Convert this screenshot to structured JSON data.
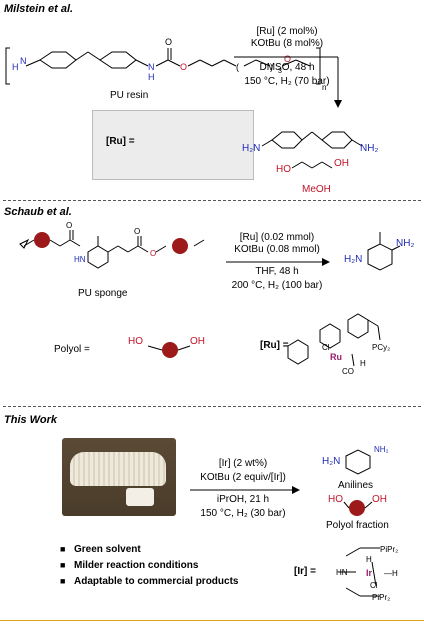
{
  "section1": {
    "header": "Milstein et al.",
    "conditions": [
      "[Ru] (2 mol%)",
      "KOtBu (8 mol%)",
      "DMSO, 48 h",
      "150 °C, H₂ (70 bar)"
    ],
    "reactant_label": "PU resin",
    "catalyst_label": "[Ru] =",
    "products": [
      "H₂N",
      "NH₂",
      "HO",
      "OH",
      "MeOH"
    ]
  },
  "section2": {
    "header": "Schaub et al.",
    "conditions": [
      "[Ru] (0.02 mmol)",
      "KOtBu (0.08 mmol)",
      "THF, 48 h",
      "200 °C, H₂ (100 bar)"
    ],
    "reactant_label": "PU sponge",
    "polyol_label": "Polyol =",
    "catalyst_label": "[Ru] ="
  },
  "section3": {
    "header": "This Work",
    "conditions": [
      "[Ir] (2 wt%)",
      "KOtBu (2 equiv/[Ir])",
      "iPrOH, 21 h",
      "150 °C, H₂ (30 bar)"
    ],
    "products": [
      "Anilines",
      "Polyol fraction"
    ],
    "bullets": [
      "Green solvent",
      "Milder reaction conditions",
      "Adaptable to commercial products"
    ],
    "catalyst_label": "[Ir] ="
  },
  "colors": {
    "polyol_ball": "#9c1a1a",
    "amine_blue": "#1f2bb8",
    "hydroxyl_red": "#c0142a",
    "metal_magenta": "#9b1b6b",
    "box_gray": "#ececec",
    "bottom_rule": "#e0a020"
  }
}
